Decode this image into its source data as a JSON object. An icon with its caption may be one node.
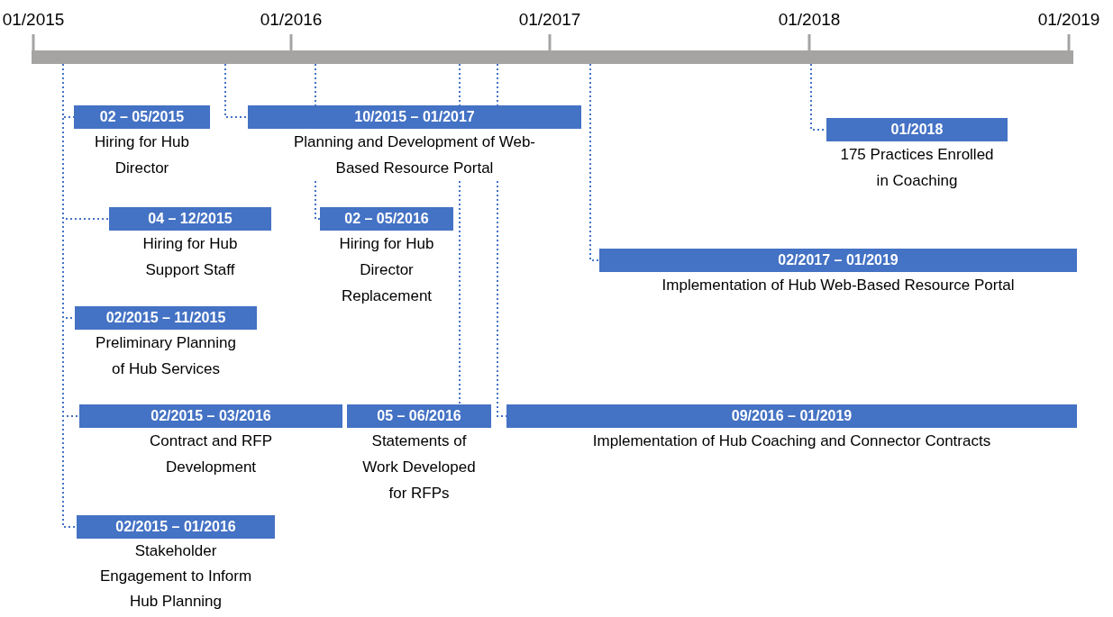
{
  "diagram": {
    "nodes": [
      {
        "text": [],
        "shape": "bar"
      },
      {
        "text": [
          "02 – 05/2015",
          "Hiring for Hub Director"
        ]
      },
      {
        "text": [
          "10/2015 – 01/2017",
          "Planning and Development of Web-Based Resource Portal"
        ]
      },
      {
        "text": [
          "01/2018",
          "175 Practices Enrolled in Coaching"
        ]
      },
      {
        "text": [
          "04 – 12/2015",
          "Hiring for Hub Support Staff"
        ]
      },
      {
        "text": [
          "02 – 05/2016",
          "Hiring for Hub Director Replacement"
        ]
      },
      {
        "text": [
          "02/2017 – 01/2019",
          "Implementation of Hub Web-Based Resource Portal"
        ]
      },
      {
        "text": [
          "02/2015 – 11/2015",
          "Preliminary Planning of Hub Services"
        ]
      },
      {
        "text": [
          "02/2015 – 03/2016",
          "Contract and RFP Development"
        ]
      },
      {
        "text": [
          "05 – 06/2016",
          "Statements of Work Developed for RFPs"
        ]
      },
      {
        "text": [
          "09/2016 – 01/2019",
          "Implementation of Hub Coaching and Connector Contracts"
        ]
      },
      {
        "text": [
          "02/2015 – 01/2016",
          "Stakeholder Engagement to Inform Hub Planning"
        ]
      }
    ],
    "edges": [
      {
        "from": 0,
        "to": 1,
        "arrow": "none"
      },
      {
        "from": 0,
        "to": 2,
        "arrow": "none"
      },
      {
        "from": 0,
        "to": 3,
        "arrow": "none"
      },
      {
        "from": 0,
        "to": 4,
        "arrow": "none"
      },
      {
        "from": 0,
        "to": 5,
        "arrow": "none"
      },
      {
        "from": 0,
        "to": 6,
        "arrow": "none"
      },
      {
        "from": 0,
        "to": 7,
        "arrow": "none"
      },
      {
        "from": 0,
        "to": 8,
        "arrow": "none"
      },
      {
        "from": 0,
        "to": 9,
        "arrow": "none"
      },
      {
        "from": 0,
        "to": 10,
        "arrow": "none"
      },
      {
        "from": 0,
        "to": 11,
        "arrow": "none"
      }
    ],
    "labels": [
      "01/2015",
      "01/2016",
      "01/2017",
      "01/2018",
      "01/2019"
    ]
  }
}
